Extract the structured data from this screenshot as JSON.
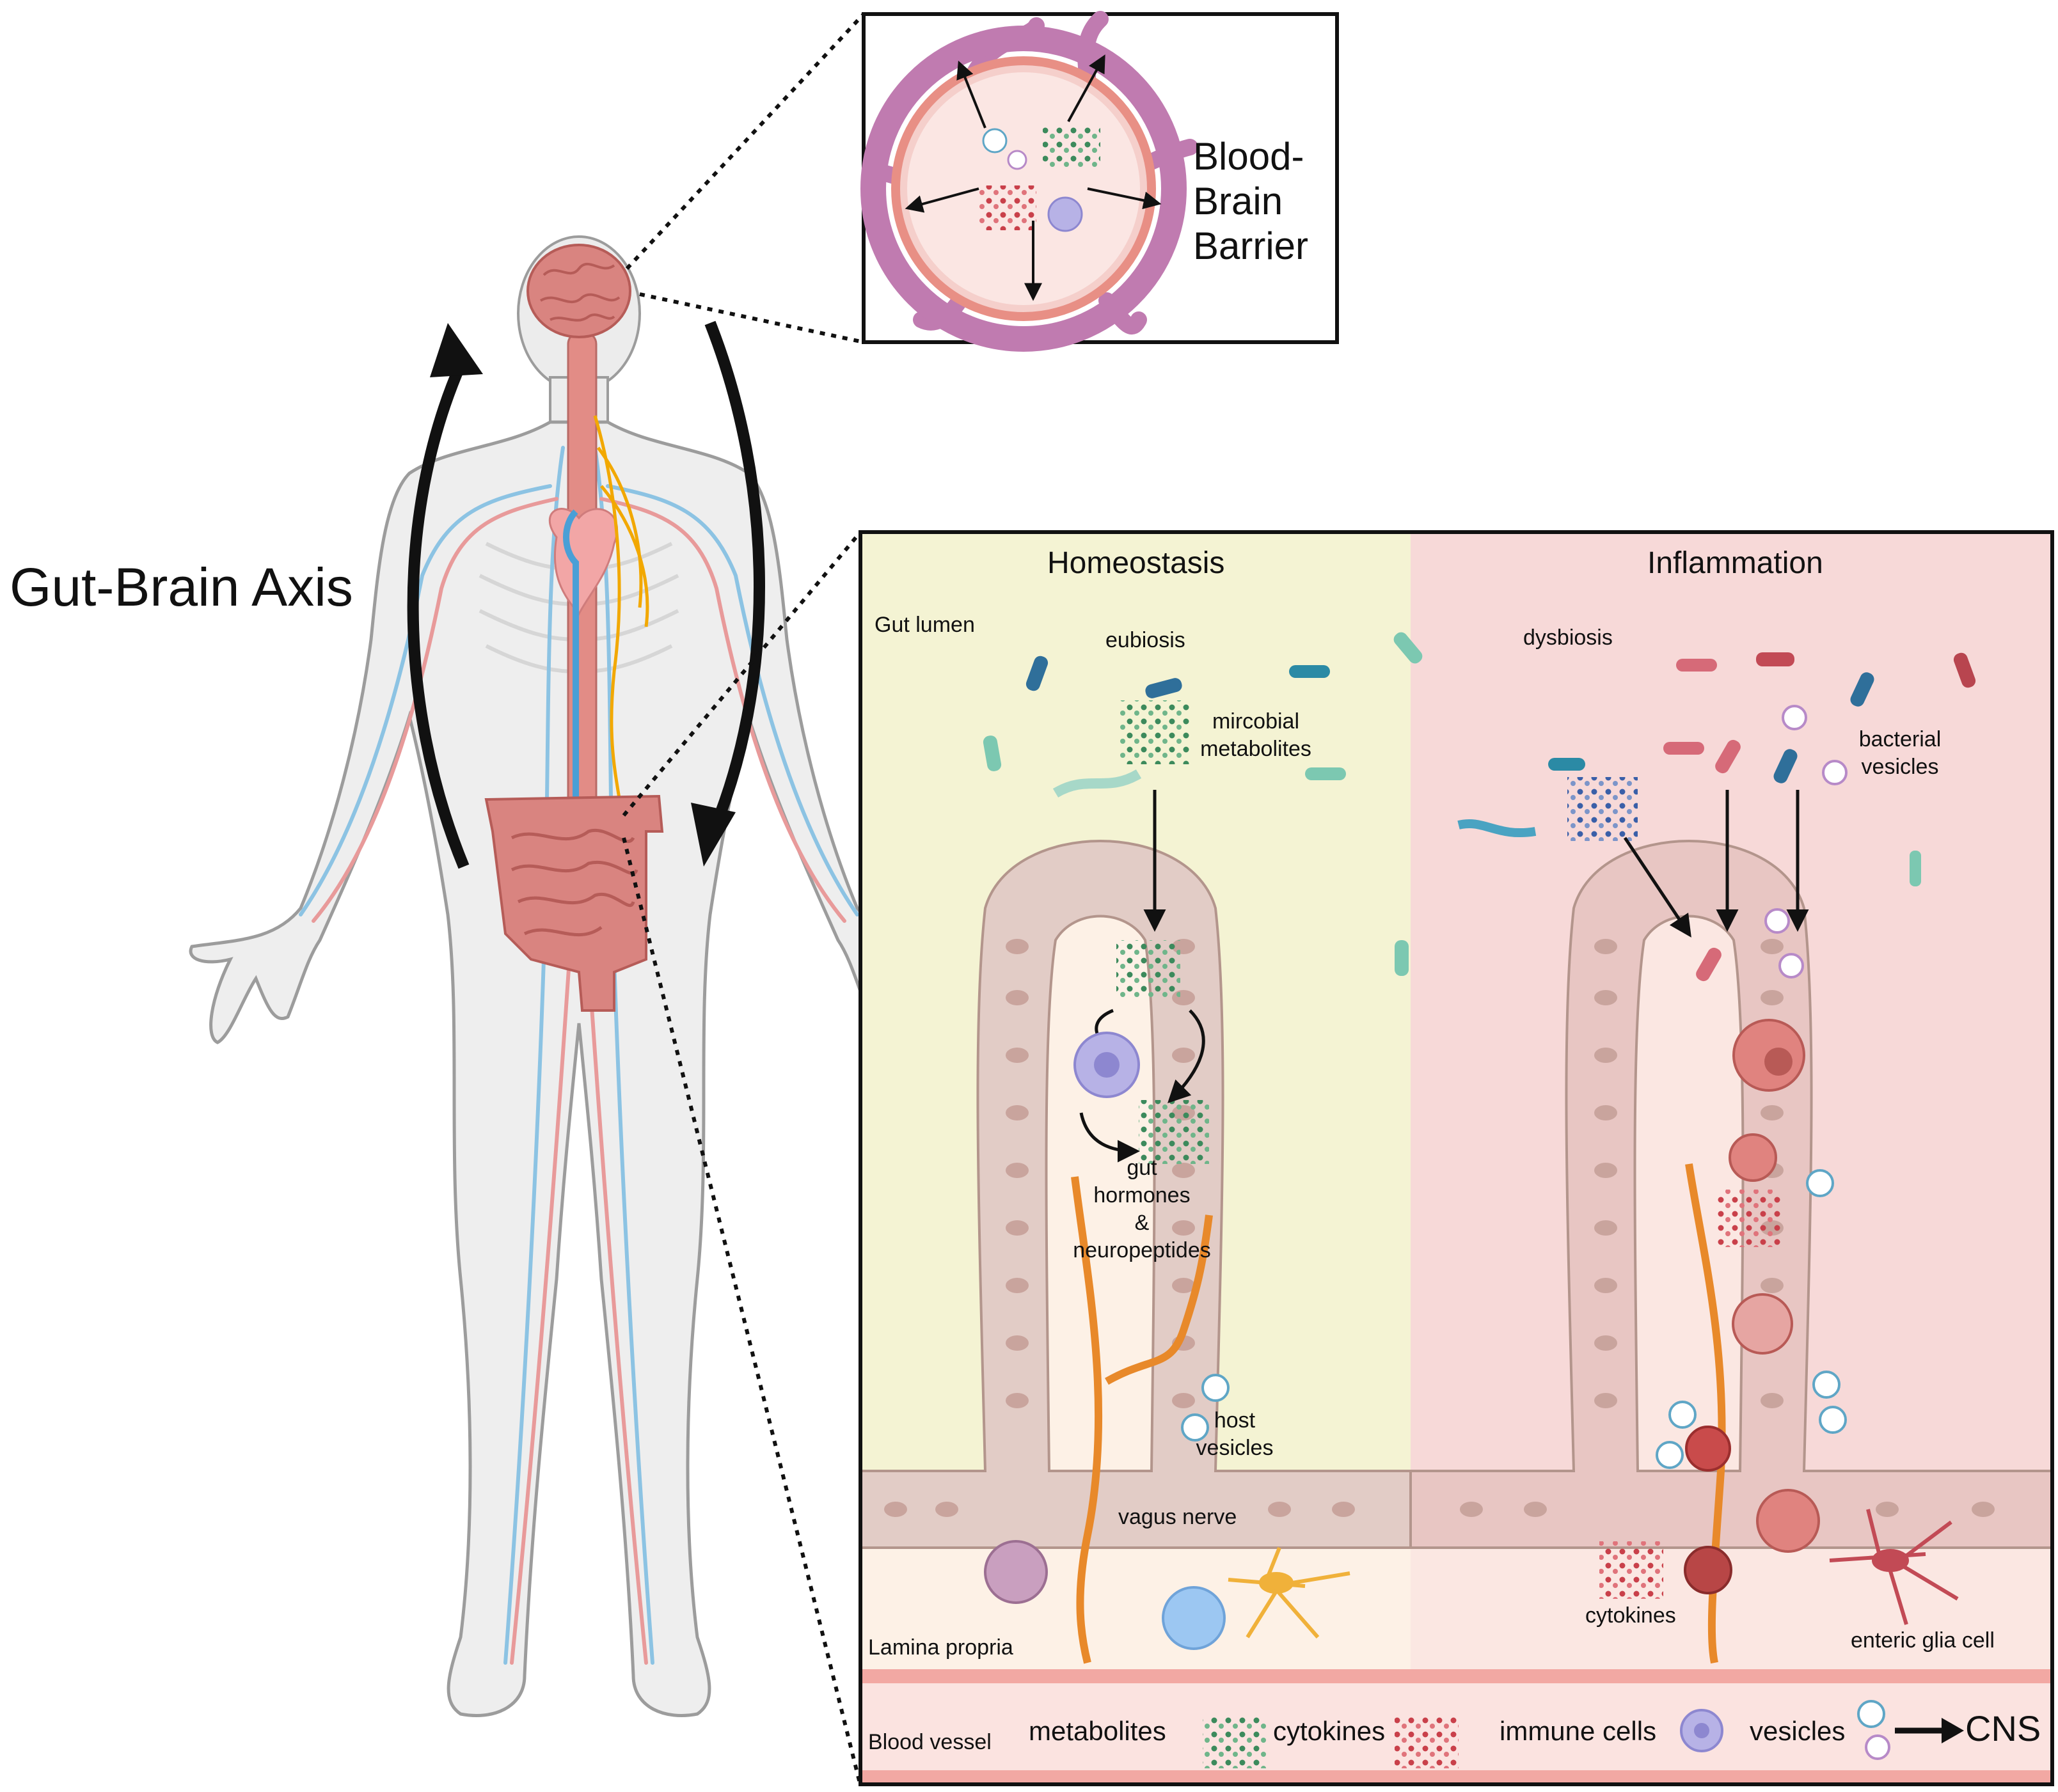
{
  "title": "Gut-Brain Axis",
  "bbb": {
    "label_line1": "Blood-",
    "label_line2": "Brain",
    "label_line3": "Barrier"
  },
  "homeostasis": {
    "title": "Homeostasis",
    "gut_lumen": "Gut lumen",
    "eubiosis": "eubiosis",
    "metabolites_line1": "mircobial",
    "metabolites_line2": "metabolites",
    "gut_hormones_line1": "gut",
    "gut_hormones_line2": "hormones",
    "gut_hormones_line3": "&",
    "gut_hormones_line4": "neuropeptides",
    "host_vesicles_line1": "host",
    "host_vesicles_line2": "vesicles",
    "vagus_nerve": "vagus nerve",
    "lamina_propria": "Lamina propria"
  },
  "inflammation": {
    "title": "Inflammation",
    "dysbiosis": "dysbiosis",
    "bacterial_vesicles_line1": "bacterial",
    "bacterial_vesicles_line2": "vesicles",
    "cytokines": "cytokines",
    "enteric_glia": "enteric glia cell"
  },
  "blood_vessel": {
    "label": "Blood vessel",
    "metabolites": "metabolites",
    "cytokines": "cytokines",
    "immune_cells": "immune cells",
    "vesicles": "vesicles",
    "destination": "CNS"
  },
  "colors": {
    "homeostasis_bg": "#f4f3d3",
    "inflammation_bg": "#f7d9d8",
    "epithelium": "#e2ccc6",
    "nerve": "#e8892a",
    "metabolite_green": "#3c8a5c",
    "cytokine_red": "#c9404a",
    "bbb_purple": "#c07bb0"
  }
}
